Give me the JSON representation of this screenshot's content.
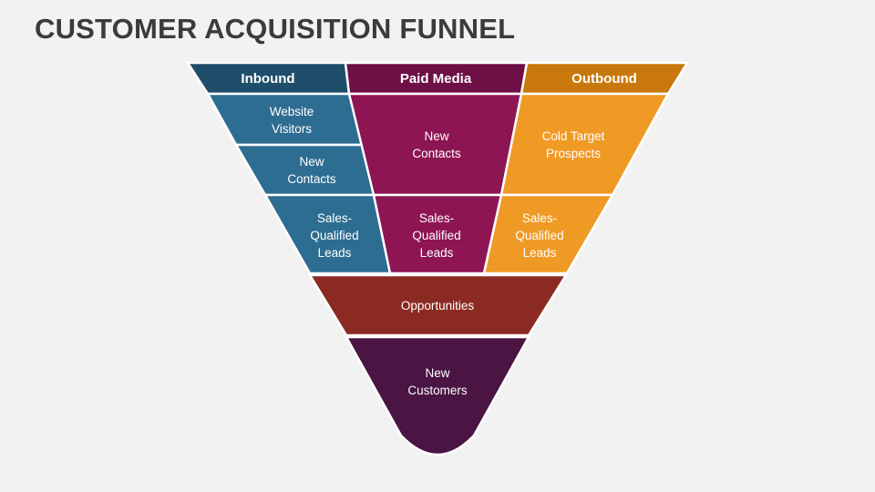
{
  "title": "CUSTOMER ACQUISITION FUNNEL",
  "colors": {
    "inbound_header": "#1f4e6b",
    "inbound": "#2e6d92",
    "paid_header": "#6e0f45",
    "paid": "#8e1553",
    "outbound_header": "#c8780c",
    "outbound": "#f09a26",
    "opportunities": "#8b2a22",
    "customers": "#4a1443"
  },
  "columns": {
    "inbound": {
      "header": "Inbound",
      "stages": [
        [
          "Website",
          "Visitors"
        ],
        [
          "New",
          "Contacts"
        ],
        [
          "Sales-",
          "Qualified",
          "Leads"
        ]
      ]
    },
    "paid_media": {
      "header": "Paid Media",
      "stages": [
        [
          "New",
          "Contacts"
        ],
        [
          "Sales-",
          "Qualified",
          "Leads"
        ]
      ]
    },
    "outbound": {
      "header": "Outbound",
      "stages": [
        [
          "Cold Target",
          "Prospects"
        ],
        [
          "Sales-",
          "Qualified",
          "Leads"
        ]
      ]
    }
  },
  "bottom_stages": {
    "opportunities": [
      "Opportunities"
    ],
    "customers": [
      "New",
      "Customers"
    ]
  }
}
